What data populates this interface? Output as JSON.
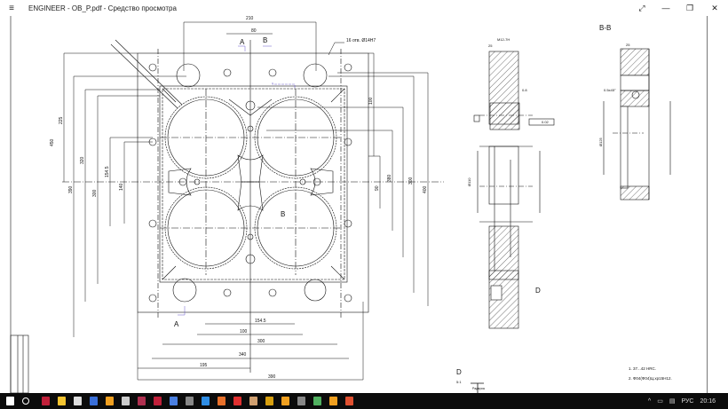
{
  "window": {
    "title": "ENGINEER - OB_P.pdf - Средство просмотра",
    "menu_icon": "≡",
    "controls": {
      "fullscreen": "⤢",
      "minimize": "—",
      "restore": "❐",
      "close": "✕"
    }
  },
  "drawing": {
    "section_labels": {
      "a_top": "A",
      "b_top": "B",
      "a_bottom": "A",
      "b_mid": "B",
      "bb": "B-B",
      "d_callout": "D",
      "d_detail": "D",
      "d_scale": "5:1"
    },
    "dims": {
      "top_210": "210",
      "top_80": "80",
      "left_225": "225",
      "left_450": "450",
      "left_320": "320",
      "left_154": "154.5",
      "left_140": "140",
      "left_390": "390",
      "left_300": "300",
      "right_100": "100",
      "right_90": "90",
      "right_380": "380",
      "right_300": "300",
      "right_400": "400",
      "bot_154": "154.5",
      "bot_100": "100",
      "bot_300": "300",
      "bot_340": "340",
      "bot_195": "195",
      "bot_390": "390",
      "holes_note": "16 отв. Ø14Н7",
      "thread": "М12-7Н",
      "sec_25": "25",
      "bb_25": "25",
      "chamfer": "0.5х45°",
      "rough": "0.8",
      "flat": "0.02",
      "dia_125": "Ø125",
      "dia_110": "Ø110"
    },
    "notes": [
      "1. 37...42 HRC.",
      "2. Ф04(Ф04)Ц.хр15Н12."
    ],
    "detail_note": "Радиусы"
  },
  "taskbar": {
    "icons": [
      {
        "name": "windows-start",
        "color": "#ffffff"
      },
      {
        "name": "search",
        "color": "#ffffff"
      },
      {
        "name": "app-red",
        "color": "#c0203a"
      },
      {
        "name": "file-explorer",
        "color": "#f4c430"
      },
      {
        "name": "app-triangle",
        "color": "#dddddd"
      },
      {
        "name": "app-blue",
        "color": "#3a6fd8"
      },
      {
        "name": "chrome",
        "color": "#f0a020"
      },
      {
        "name": "app-doc",
        "color": "#cccccc"
      },
      {
        "name": "app-disk",
        "color": "#b03050"
      },
      {
        "name": "app-red2",
        "color": "#c0203a"
      },
      {
        "name": "app-blue2",
        "color": "#4a7fe0"
      },
      {
        "name": "app-gray",
        "color": "#888888"
      },
      {
        "name": "edge",
        "color": "#2f8de4"
      },
      {
        "name": "firefox",
        "color": "#e8702a"
      },
      {
        "name": "vivaldi",
        "color": "#e03030"
      },
      {
        "name": "app-face",
        "color": "#d0a070"
      },
      {
        "name": "filezilla",
        "color": "#d8a010"
      },
      {
        "name": "tools",
        "color": "#f0a020"
      },
      {
        "name": "app-gray2",
        "color": "#888888"
      },
      {
        "name": "app-green",
        "color": "#50b060"
      },
      {
        "name": "tools2",
        "color": "#f0a020"
      },
      {
        "name": "pdf-viewer",
        "color": "#e05030"
      }
    ],
    "tray": {
      "chevron": "^",
      "lang": "РУС",
      "time": "20:16"
    }
  }
}
